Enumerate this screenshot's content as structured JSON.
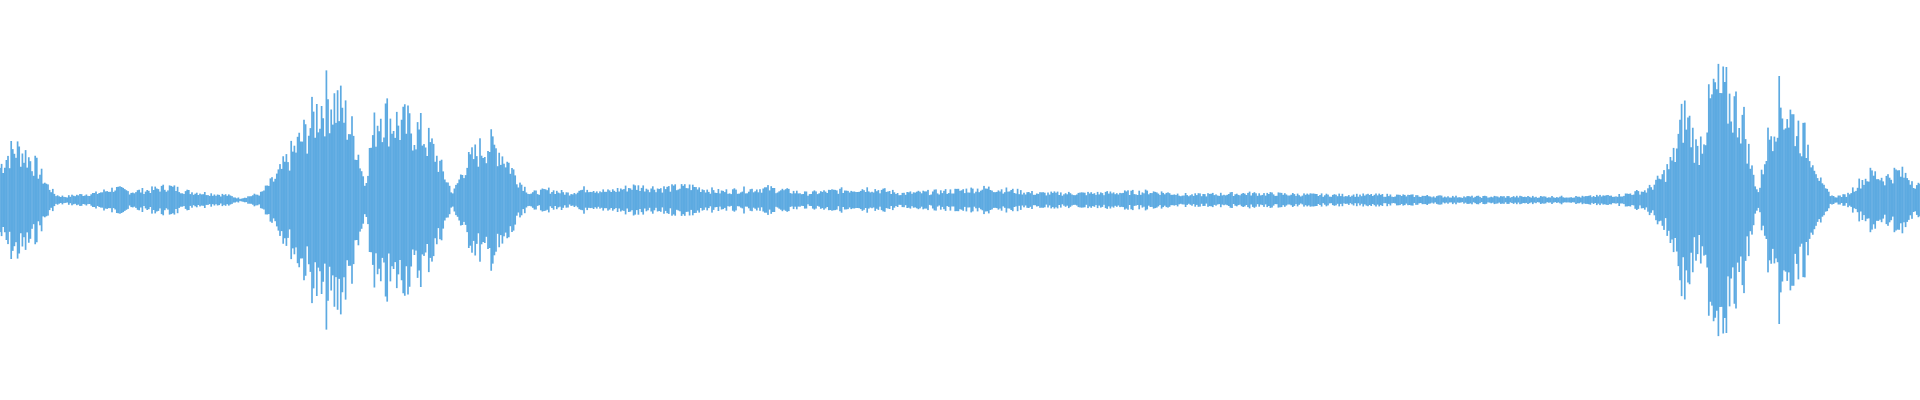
{
  "waveform": {
    "color": "#5DAAE1",
    "background": "#FFFFFF",
    "amplitude_envelope": [
      [
        0.0,
        0.2
      ],
      [
        0.004,
        0.27
      ],
      [
        0.008,
        0.31
      ],
      [
        0.013,
        0.28
      ],
      [
        0.019,
        0.2
      ],
      [
        0.024,
        0.1
      ],
      [
        0.029,
        0.03
      ],
      [
        0.034,
        0.02
      ],
      [
        0.04,
        0.03
      ],
      [
        0.05,
        0.04
      ],
      [
        0.06,
        0.07
      ],
      [
        0.068,
        0.05
      ],
      [
        0.078,
        0.06
      ],
      [
        0.088,
        0.08
      ],
      [
        0.098,
        0.05
      ],
      [
        0.108,
        0.04
      ],
      [
        0.118,
        0.03
      ],
      [
        0.125,
        0.01
      ],
      [
        0.136,
        0.04
      ],
      [
        0.144,
        0.14
      ],
      [
        0.152,
        0.28
      ],
      [
        0.16,
        0.42
      ],
      [
        0.166,
        0.55
      ],
      [
        0.171,
        0.62
      ],
      [
        0.176,
        0.58
      ],
      [
        0.181,
        0.48
      ],
      [
        0.186,
        0.32
      ],
      [
        0.19,
        0.1
      ],
      [
        0.194,
        0.38
      ],
      [
        0.198,
        0.55
      ],
      [
        0.202,
        0.5
      ],
      [
        0.208,
        0.46
      ],
      [
        0.214,
        0.44
      ],
      [
        0.22,
        0.4
      ],
      [
        0.226,
        0.3
      ],
      [
        0.231,
        0.16
      ],
      [
        0.236,
        0.04
      ],
      [
        0.242,
        0.2
      ],
      [
        0.248,
        0.28
      ],
      [
        0.254,
        0.34
      ],
      [
        0.26,
        0.3
      ],
      [
        0.265,
        0.22
      ],
      [
        0.27,
        0.12
      ],
      [
        0.276,
        0.04
      ],
      [
        0.286,
        0.06
      ],
      [
        0.296,
        0.04
      ],
      [
        0.306,
        0.07
      ],
      [
        0.316,
        0.05
      ],
      [
        0.33,
        0.08
      ],
      [
        0.345,
        0.07
      ],
      [
        0.36,
        0.08
      ],
      [
        0.375,
        0.05
      ],
      [
        0.385,
        0.06
      ],
      [
        0.4,
        0.07
      ],
      [
        0.42,
        0.04
      ],
      [
        0.44,
        0.06
      ],
      [
        0.452,
        0.07
      ],
      [
        0.47,
        0.04
      ],
      [
        0.49,
        0.05
      ],
      [
        0.515,
        0.07
      ],
      [
        0.54,
        0.04
      ],
      [
        0.57,
        0.04
      ],
      [
        0.6,
        0.05
      ],
      [
        0.62,
        0.03
      ],
      [
        0.65,
        0.04
      ],
      [
        0.69,
        0.03
      ],
      [
        0.72,
        0.03
      ],
      [
        0.76,
        0.02
      ],
      [
        0.8,
        0.02
      ],
      [
        0.825,
        0.02
      ],
      [
        0.845,
        0.03
      ],
      [
        0.858,
        0.06
      ],
      [
        0.866,
        0.14
      ],
      [
        0.872,
        0.26
      ],
      [
        0.877,
        0.52
      ],
      [
        0.881,
        0.42
      ],
      [
        0.884,
        0.28
      ],
      [
        0.888,
        0.45
      ],
      [
        0.893,
        0.66
      ],
      [
        0.898,
        0.63
      ],
      [
        0.903,
        0.57
      ],
      [
        0.908,
        0.48
      ],
      [
        0.912,
        0.2
      ],
      [
        0.916,
        0.04
      ],
      [
        0.92,
        0.32
      ],
      [
        0.926,
        0.58
      ],
      [
        0.932,
        0.52
      ],
      [
        0.938,
        0.4
      ],
      [
        0.944,
        0.28
      ],
      [
        0.949,
        0.08
      ],
      [
        0.955,
        0.02
      ],
      [
        0.962,
        0.03
      ],
      [
        0.968,
        0.1
      ],
      [
        0.975,
        0.16
      ],
      [
        0.982,
        0.13
      ],
      [
        0.988,
        0.17
      ],
      [
        0.994,
        0.14
      ],
      [
        1.0,
        0.08
      ]
    ]
  }
}
